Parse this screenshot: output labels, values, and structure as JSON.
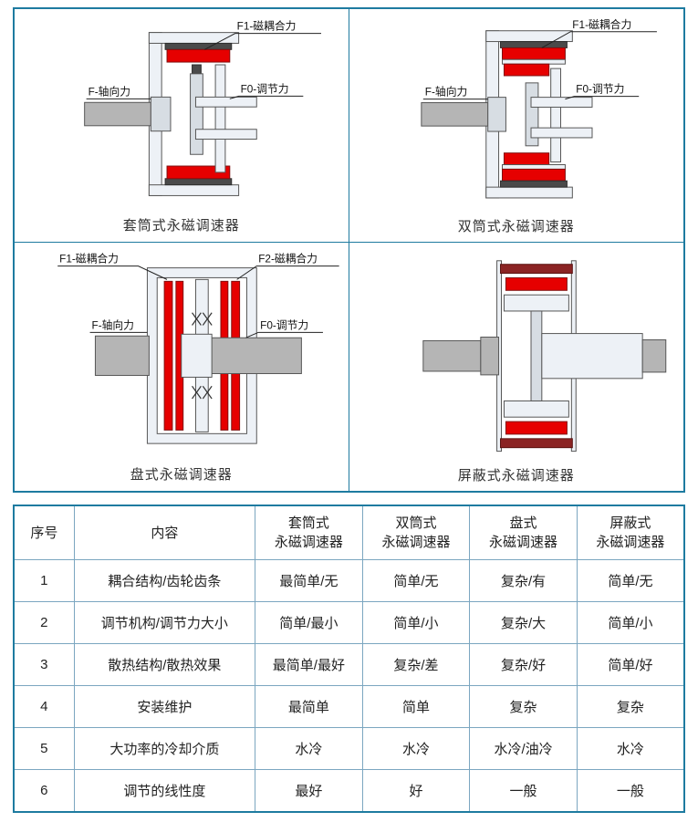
{
  "panel": {
    "diagrams": [
      {
        "title": "套筒式永磁调速器",
        "label_f1": "F1-磁耦合力",
        "label_f": "F-轴向力",
        "label_f0": "F0-调节力"
      },
      {
        "title": "双筒式永磁调速器",
        "label_f1": "F1-磁耦合力",
        "label_f": "F-轴向力",
        "label_f0": "F0-调节力"
      },
      {
        "title": "盘式永磁调速器",
        "label_f1": "F1-磁耦合力",
        "label_f2": "F2-磁耦合力",
        "label_f": "F-轴向力",
        "label_f0": "F0-调节力"
      },
      {
        "title": "屏蔽式永磁调速器"
      }
    ]
  },
  "table": {
    "headers": [
      "序号",
      "内容",
      "套筒式\n永磁调速器",
      "双筒式\n永磁调速器",
      "盘式\n永磁调速器",
      "屏蔽式\n永磁调速器"
    ],
    "rows": [
      [
        "1",
        "耦合结构/齿轮齿条",
        "最简单/无",
        "简单/无",
        "复杂/有",
        "简单/无"
      ],
      [
        "2",
        "调节机构/调节力大小",
        "简单/最小",
        "简单/小",
        "复杂/大",
        "简单/小"
      ],
      [
        "3",
        "散热结构/散热效果",
        "最简单/最好",
        "复杂/差",
        "复杂/好",
        "简单/好"
      ],
      [
        "4",
        "安装维护",
        "最简单",
        "简单",
        "复杂",
        "复杂"
      ],
      [
        "5",
        "大功率的冷却介质",
        "水冷",
        "水冷",
        "水冷/油冷",
        "水冷"
      ],
      [
        "6",
        "调节的线性度",
        "最好",
        "好",
        "一般",
        "一般"
      ]
    ]
  },
  "colors": {
    "frame_blue": "#1e7ba0",
    "table_line": "#7ba6c0",
    "magnet_red": "#e60000",
    "magnet_maroon": "#8b2424",
    "shaft_gray": "#b5b5b5",
    "housing_light": "#edf1f6"
  }
}
